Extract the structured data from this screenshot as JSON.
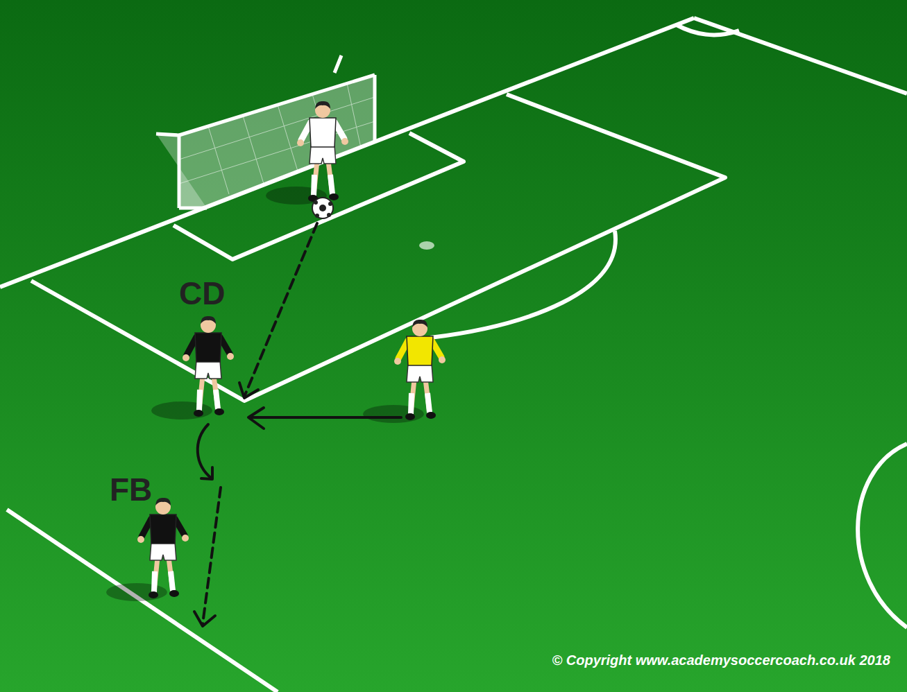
{
  "diagram": {
    "labels": [
      "CD",
      "FB",
      "© Copyright www.academysoccercoach.co.uk 2018"
    ]
  }
}
